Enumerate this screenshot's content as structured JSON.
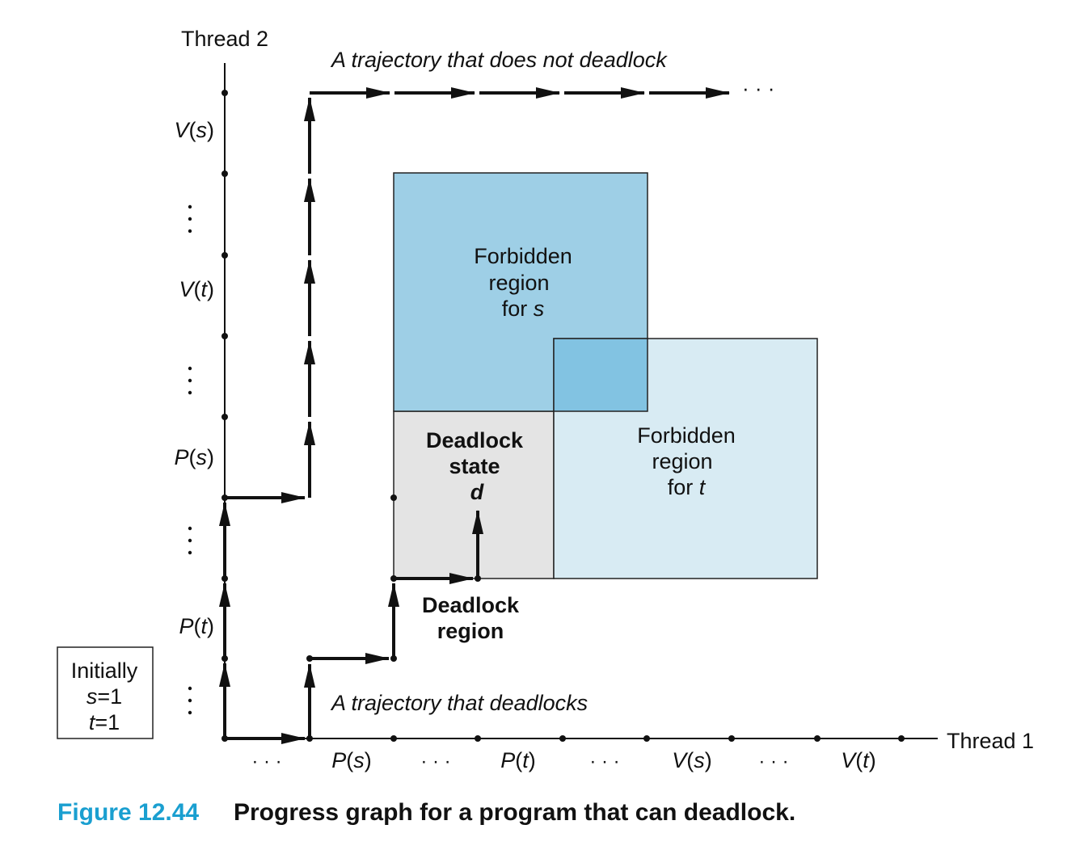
{
  "axes": {
    "y_title": "Thread 2",
    "x_title": "Thread 1",
    "x_ticks": [
      {
        "name": "P",
        "arg": "s"
      },
      {
        "name": "P",
        "arg": "t"
      },
      {
        "name": "V",
        "arg": "s"
      },
      {
        "name": "V",
        "arg": "t"
      }
    ],
    "y_ticks": [
      {
        "name": "P",
        "arg": "t"
      },
      {
        "name": "P",
        "arg": "s"
      },
      {
        "name": "V",
        "arg": "t"
      },
      {
        "name": "V",
        "arg": "s"
      }
    ],
    "ellipsis": "· · ·"
  },
  "labels": {
    "traj_no_deadlock": "A trajectory that does not deadlock",
    "traj_deadlock": "A trajectory that deadlocks",
    "forbidden_s": [
      "Forbidden",
      "region",
      "for",
      "s"
    ],
    "forbidden_t": [
      "Forbidden",
      "region",
      "for",
      "t"
    ],
    "deadlock_state": [
      "Deadlock",
      "state",
      "d"
    ],
    "deadlock_region": [
      "Deadlock",
      "region"
    ]
  },
  "initial_box": {
    "title": "Initially",
    "s_var": "s",
    "s_val": "=1",
    "t_var": "t",
    "t_val": "=1"
  },
  "caption": {
    "number": "Figure 12.44",
    "text": "Progress graph for a program that can deadlock."
  },
  "colors": {
    "forbidden_s": "#9ecfe6",
    "forbidden_t": "#d8ebf3",
    "overlap": "#82c3e2",
    "deadlock_region": "#e4e4e4",
    "caption_accent": "#1a9fd0"
  }
}
